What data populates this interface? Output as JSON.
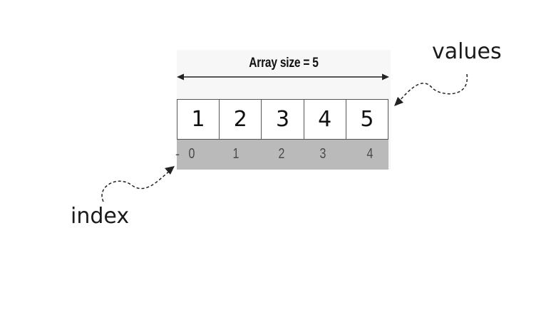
{
  "array": {
    "size_label": "Array size = 5",
    "values": [
      "1",
      "2",
      "3",
      "4",
      "5"
    ],
    "indices": [
      "0",
      "1",
      "2",
      "3",
      "4"
    ],
    "index_prefix": "-"
  },
  "callouts": {
    "values_label": "values",
    "index_label": "index"
  },
  "colors": {
    "index_bar": "#bbbabb",
    "cell_border": "#555555",
    "panel": "#f7f7f7"
  }
}
